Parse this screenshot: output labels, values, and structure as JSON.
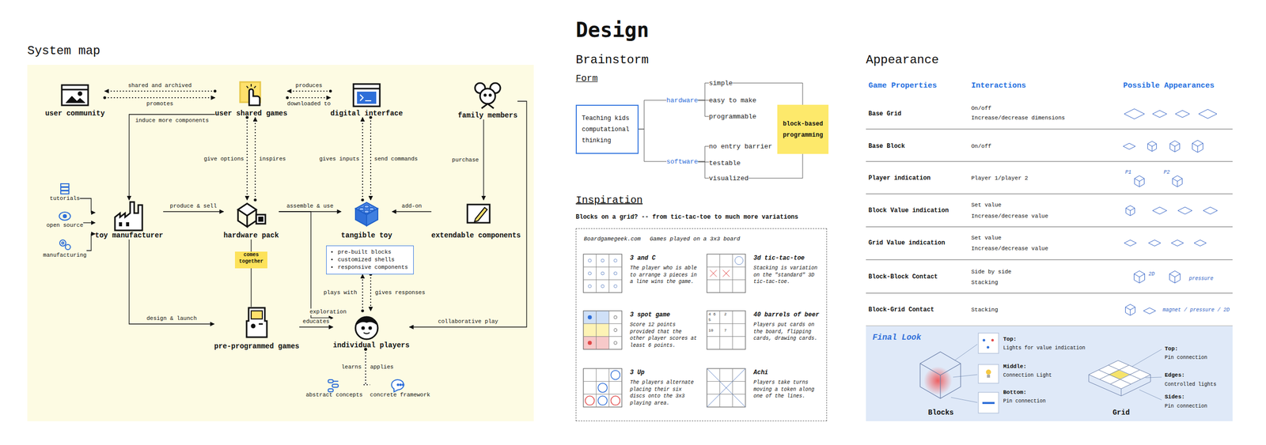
{
  "diagram": {
    "title": "Design",
    "nodes": [
      {
        "text": [
          "user community"
        ]
      },
      {
        "text": [
          "user shared games"
        ]
      },
      {
        "text": [
          "digital interface"
        ]
      },
      {
        "text": [
          "family members"
        ]
      },
      {
        "text": [
          "tutorials"
        ]
      },
      {
        "text": [
          "open source"
        ]
      },
      {
        "text": [
          "manufacturing"
        ]
      },
      {
        "text": [
          "toy manufacturer"
        ]
      },
      {
        "text": [
          "hardware pack"
        ]
      },
      {
        "text": [
          "tangible toy"
        ]
      },
      {
        "text": [
          "extendable components"
        ]
      },
      {
        "text": [
          "pre-built blocks",
          "customized shells",
          "responsive components"
        ]
      },
      {
        "text": [
          "comes together"
        ]
      },
      {
        "text": [
          "pre-programmed games"
        ]
      },
      {
        "text": [
          "individual players"
        ]
      },
      {
        "text": [
          "abstract concepts"
        ]
      },
      {
        "text": [
          "concrete framework"
        ]
      },
      {
        "text": [
          "Teaching kids computational thinking"
        ]
      },
      {
        "text": [
          "hardware"
        ]
      },
      {
        "text": [
          "software"
        ]
      },
      {
        "text": [
          "simple"
        ]
      },
      {
        "text": [
          "easy to make"
        ]
      },
      {
        "text": [
          "programmable"
        ]
      },
      {
        "text": [
          "no entry barrier"
        ]
      },
      {
        "text": [
          "testable"
        ]
      },
      {
        "text": [
          "visualized"
        ]
      },
      {
        "text": [
          "block-based programming"
        ]
      },
      {
        "text": [
          "Boardgamegeek.com",
          "Games played on a 3x3 board"
        ]
      },
      {
        "text": [
          "3 and C",
          "The player who is able to arrange 3 pieces in a line wins the game."
        ],
        "in": 27
      },
      {
        "text": [
          "3d tic-tac-toe",
          "Stacking is variation on the \"standard\" 3D tic-tac-toe."
        ],
        "in": 27
      },
      {
        "text": [
          "3 spot game",
          "Score 12 points provided that the other player scores at least 6 points."
        ],
        "in": 27
      },
      {
        "text": [
          "40 barrels of beer",
          "Players put cards on the board, flipping cards, drawing cards."
        ],
        "in": 27
      },
      {
        "text": [
          "3 Up",
          "The players alternate placing their six discs onto the 3x3 playing area."
        ],
        "in": 27
      },
      {
        "text": [
          "Achi",
          "Players take turns moving a token along one of the lines."
        ],
        "in": 27
      },
      {
        "text": [
          "Final Look"
        ]
      }
    ],
    "edges": [
      {
        "from": 1,
        "to": 0,
        "label": "shared and archived",
        "arrow": "to"
      },
      {
        "from": 0,
        "to": 1,
        "label": "promotes",
        "arrow": "to"
      },
      {
        "from": 2,
        "to": 1,
        "label": "produces",
        "arrow": "to"
      },
      {
        "from": 1,
        "to": 2,
        "label": "downloaded to",
        "arrow": "to"
      },
      {
        "from": 1,
        "to": 7,
        "label": "induce more components",
        "arrow": "to"
      },
      {
        "from": 1,
        "to": 8,
        "label": "give options",
        "arrow": "to"
      },
      {
        "from": 8,
        "to": 1,
        "label": "inspires",
        "arrow": "to"
      },
      {
        "from": 9,
        "to": 2,
        "label": "gives inputs",
        "arrow": "to"
      },
      {
        "from": 2,
        "to": 9,
        "label": "send commands",
        "arrow": "to"
      },
      {
        "from": 3,
        "to": 10,
        "label": "purchase",
        "arrow": "to"
      },
      {
        "from": 3,
        "to": 14,
        "label": "collaborative play",
        "arrow": "to"
      },
      {
        "from": 4,
        "to": 7,
        "arrow": "to"
      },
      {
        "from": 5,
        "to": 7,
        "arrow": "to"
      },
      {
        "from": 6,
        "to": 7,
        "arrow": "to"
      },
      {
        "from": 7,
        "to": 8,
        "label": "produce & sell",
        "arrow": "to"
      },
      {
        "from": 8,
        "to": 9,
        "label": "assemble & use",
        "arrow": "to"
      },
      {
        "from": 10,
        "to": 9,
        "label": "add-on",
        "arrow": "to"
      },
      {
        "from": 8,
        "to": 12,
        "arrow": "none"
      },
      {
        "from": 12,
        "to": 13,
        "arrow": "none"
      },
      {
        "from": 7,
        "to": 13,
        "label": "design & launch",
        "arrow": "to"
      },
      {
        "from": 13,
        "to": 14,
        "label": "educates",
        "arrow": "to"
      },
      {
        "from": 8,
        "to": 14,
        "label": "exploration",
        "arrow": "to"
      },
      {
        "from": 14,
        "to": 11,
        "label": "plays with",
        "arrow": "to"
      },
      {
        "from": 11,
        "to": 14,
        "label": "gives responses",
        "arrow": "to"
      },
      {
        "from": 14,
        "to": 15,
        "label": "learns",
        "arrow": "none"
      },
      {
        "from": 14,
        "to": 16,
        "label": "applies",
        "arrow": "none"
      },
      {
        "from": 17,
        "to": 18,
        "arrow": "none"
      },
      {
        "from": 17,
        "to": 19,
        "arrow": "none"
      },
      {
        "from": 18,
        "to": 20,
        "arrow": "none"
      },
      {
        "from": 18,
        "to": 21,
        "arrow": "none"
      },
      {
        "from": 18,
        "to": 22,
        "arrow": "none"
      },
      {
        "from": 19,
        "to": 23,
        "arrow": "none"
      },
      {
        "from": 19,
        "to": 24,
        "arrow": "none"
      },
      {
        "from": 19,
        "to": 25,
        "arrow": "none"
      },
      {
        "from": 20,
        "to": 26,
        "arrow": "none"
      },
      {
        "from": 25,
        "to": 26,
        "arrow": "none"
      }
    ],
    "labels": [
      "System map",
      "Brainstorm",
      "Form",
      "Inspiration",
      "Blocks on a grid? -- from tic-tac-toe to much more variations",
      "Appearance",
      "Game Properties",
      "Interactions",
      "Possible Appearances",
      "Base Grid",
      "On/off",
      "Increase/decrease dimensions",
      "Base Block",
      "On/off",
      "Player indication",
      "Player 1/player 2",
      "Block Value indication",
      "Set value",
      "Increase/decrease value",
      "Grid Value indication",
      "Set value",
      "Increase/decrease value",
      "Block-Block Contact",
      "Side by side",
      "Stacking",
      "Block-Grid Contact",
      "Stacking",
      "P1",
      "P2",
      "2D",
      "pressure",
      "magnet / pressure / 2D",
      "Blocks",
      "Top:",
      "Lights for value indication",
      "Middle:",
      "Connection Light",
      "Bottom:",
      "Pin connection",
      "Grid",
      "Top:",
      "Pin connection",
      "Edges:",
      "Controlled lights",
      "Sides:",
      "Pin connection",
      "4 6",
      "5",
      "2",
      "10",
      "7"
    ]
  }
}
